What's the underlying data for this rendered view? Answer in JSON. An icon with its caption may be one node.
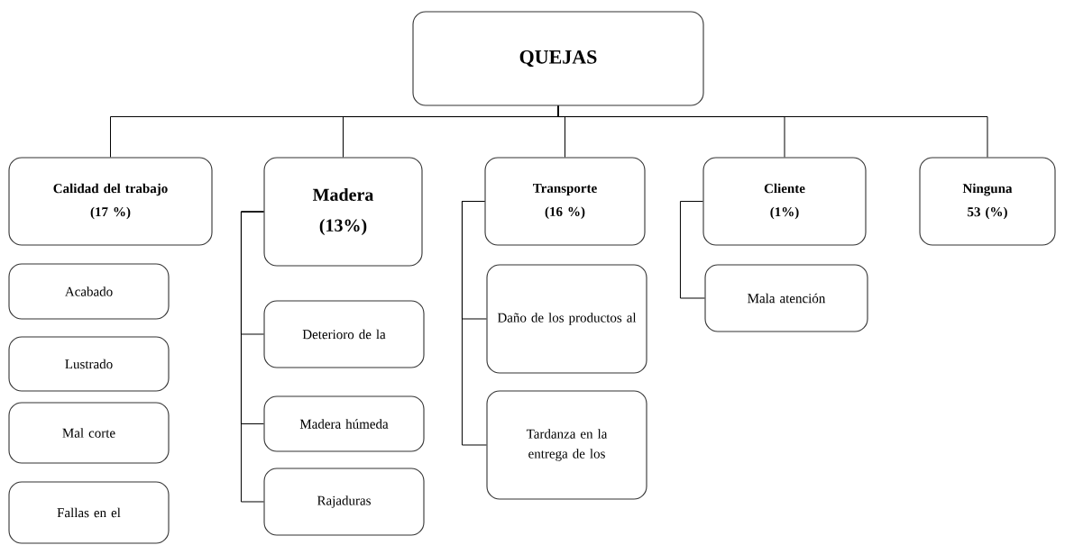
{
  "diagram": {
    "nodes": [
      {
        "text": [
          "QUEJAS"
        ]
      },
      {
        "text": [
          "Calidad del trabajo",
          "(17 %)"
        ]
      },
      {
        "text": [
          "Madera",
          "(13%)"
        ]
      },
      {
        "text": [
          "Transporte",
          "(16 %)"
        ]
      },
      {
        "text": [
          "Cliente",
          "(1%)"
        ]
      },
      {
        "text": [
          "Ninguna",
          "53 (%)"
        ]
      },
      {
        "text": [
          "Acabado"
        ]
      },
      {
        "text": [
          "Lustrado"
        ]
      },
      {
        "text": [
          "Mal corte"
        ]
      },
      {
        "text": [
          "Fallas en el"
        ]
      },
      {
        "text": [
          "Deterioro de la"
        ]
      },
      {
        "text": [
          "Madera húmeda"
        ]
      },
      {
        "text": [
          "Rajaduras"
        ]
      },
      {
        "text": [
          "Daño de los productos al"
        ]
      },
      {
        "text": [
          "Tardanza en la entrega de los"
        ]
      },
      {
        "text": [
          "Mala atención"
        ]
      }
    ],
    "edges": [
      {
        "from": 0,
        "to": 1,
        "arrow": "none"
      },
      {
        "from": 0,
        "to": 2,
        "arrow": "none"
      },
      {
        "from": 0,
        "to": 3,
        "arrow": "none"
      },
      {
        "from": 0,
        "to": 4,
        "arrow": "none"
      },
      {
        "from": 0,
        "to": 5,
        "arrow": "none"
      },
      {
        "from": 2,
        "to": 10,
        "arrow": "none"
      },
      {
        "from": 2,
        "to": 11,
        "arrow": "none"
      },
      {
        "from": 2,
        "to": 12,
        "arrow": "none"
      },
      {
        "from": 3,
        "to": 13,
        "arrow": "none"
      },
      {
        "from": 3,
        "to": 14,
        "arrow": "none"
      },
      {
        "from": 4,
        "to": 15,
        "arrow": "none"
      }
    ]
  }
}
